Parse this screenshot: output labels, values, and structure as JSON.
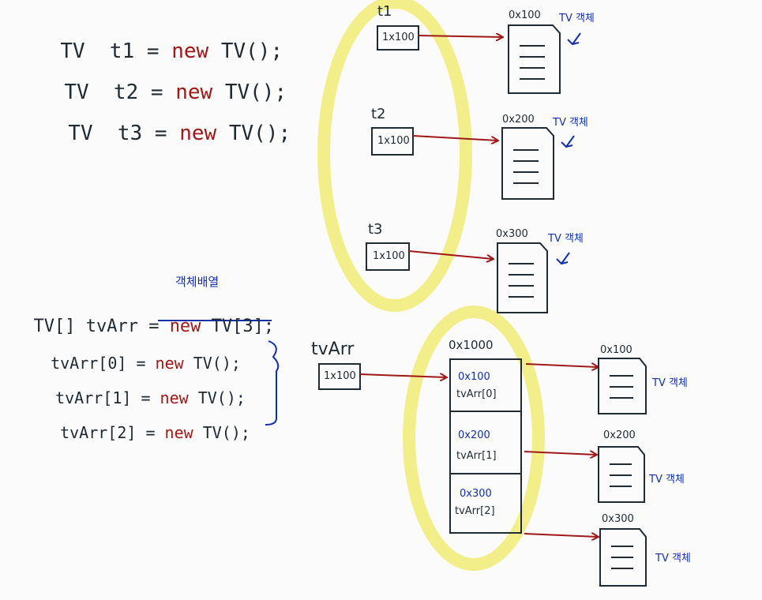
{
  "colors": {
    "ink": "#1f2a33",
    "keyword": "#a01818",
    "note": "#1230a8",
    "highlight": "#f2ee8a"
  },
  "code_top": [
    {
      "pre": "TV  t1 = ",
      "kw": "new",
      "post": " TV();"
    },
    {
      "pre": "TV  t2 = ",
      "kw": "new",
      "post": " TV();"
    },
    {
      "pre": "TV  t3 = ",
      "kw": "new",
      "post": " TV();"
    }
  ],
  "code_bottom": [
    {
      "pre": "TV[] tvArr = ",
      "kw": "new",
      "post": " TV[3];"
    },
    {
      "pre": "tvArr[0] = ",
      "kw": "new",
      "post": " TV();"
    },
    {
      "pre": "tvArr[1] = ",
      "kw": "new",
      "post": " TV();"
    },
    {
      "pre": "tvArr[2] = ",
      "kw": "new",
      "post": " TV();"
    }
  ],
  "array_note": "객체배열",
  "refs": [
    {
      "var": "t1",
      "value": "1x100",
      "addr": "0x100",
      "note": "TV 객체"
    },
    {
      "var": "t2",
      "value": "1x100",
      "addr": "0x200",
      "note": "TV 객체"
    },
    {
      "var": "t3",
      "value": "1x100",
      "addr": "0x300",
      "note": "TV 객체"
    }
  ],
  "array_ref": {
    "var": "tvArr",
    "value": "1x100",
    "addr": "0x1000"
  },
  "array_cells": [
    {
      "addr": "0x100",
      "label": "tvArr[0]"
    },
    {
      "addr": "0x200",
      "label": "tvArr[1]"
    },
    {
      "addr": "0x300",
      "label": "tvArr[2]"
    }
  ],
  "array_objects": [
    {
      "addr": "0x100",
      "note": "TV 객체"
    },
    {
      "addr": "0x200",
      "note": "TV 객체"
    },
    {
      "addr": "0x300",
      "note": "TV 객체"
    }
  ]
}
